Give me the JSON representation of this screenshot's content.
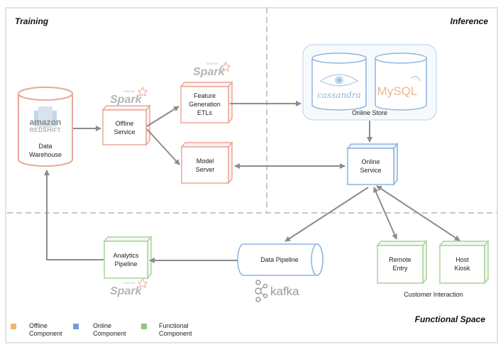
{
  "sections": {
    "training": "Training",
    "inference": "Inference",
    "functional": "Functional Space"
  },
  "nodes": {
    "data_warehouse": [
      "Data",
      "Warehouse"
    ],
    "offline_service": [
      "Offline",
      "Service"
    ],
    "feature_etls": [
      "Feature",
      "Generation",
      "ETLs"
    ],
    "model_server": [
      "Model",
      "Server"
    ],
    "online_store": "Online Store",
    "online_service": [
      "Online",
      "Service"
    ],
    "data_pipeline": "Data Pipeline",
    "analytics_pipeline": [
      "Analytics",
      "Pipeline"
    ],
    "remote_entry": [
      "Remote",
      "Entry"
    ],
    "host_kiosk": [
      "Host",
      "Kiosk"
    ],
    "customer_interaction": "Customer Interaction"
  },
  "logos": {
    "amazon": "amazon",
    "redshift": "REDSHIFT",
    "apache": "APACHE",
    "spark": "Spark",
    "cassandra": "cassandra",
    "mysql": "MySQL",
    "kafka": "kafka"
  },
  "legend": [
    {
      "name": "legend-offline",
      "label": [
        "Offline",
        "Component"
      ],
      "color": "#f4b66a"
    },
    {
      "name": "legend-online",
      "label": [
        "Online",
        "Component"
      ],
      "color": "#6f9fd8"
    },
    {
      "name": "legend-functional",
      "label": [
        "Functional",
        "Component"
      ],
      "color": "#93c47d"
    }
  ],
  "colors": {
    "offline": "#e8a898",
    "offline_face": "#fdf2ef",
    "online": "#8db4dd",
    "online_face": "#eef4fb",
    "functional": "#a9d39a",
    "functional_face": "#f2f9ef",
    "arrow": "#8c8c8c",
    "divider": "#c8c8c8"
  }
}
